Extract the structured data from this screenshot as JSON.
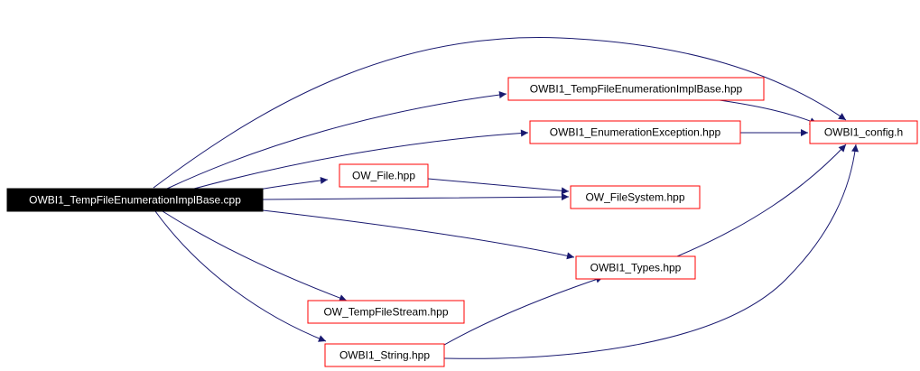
{
  "diagram": {
    "type": "dependency-graph",
    "edge_color": "#191970",
    "node_border_color": "#ff0000",
    "root_fill": "#000000",
    "root": "OWBI1_TempFileEnumerationImplBase.cpp",
    "nodes": [
      {
        "id": "root",
        "label": "OWBI1_TempFileEnumerationImplBase.cpp",
        "root": true
      },
      {
        "id": "implbase",
        "label": "OWBI1_TempFileEnumerationImplBase.hpp"
      },
      {
        "id": "enumexc",
        "label": "OWBI1_EnumerationException.hpp"
      },
      {
        "id": "config",
        "label": "OWBI1_config.h"
      },
      {
        "id": "owfile",
        "label": "OW_File.hpp"
      },
      {
        "id": "filesys",
        "label": "OW_FileSystem.hpp"
      },
      {
        "id": "types",
        "label": "OWBI1_Types.hpp"
      },
      {
        "id": "tfstream",
        "label": "OW_TempFileStream.hpp"
      },
      {
        "id": "string",
        "label": "OWBI1_String.hpp"
      }
    ],
    "edges": [
      {
        "from": "root",
        "to": "config"
      },
      {
        "from": "root",
        "to": "implbase"
      },
      {
        "from": "root",
        "to": "enumexc"
      },
      {
        "from": "root",
        "to": "owfile"
      },
      {
        "from": "root",
        "to": "filesys"
      },
      {
        "from": "root",
        "to": "types"
      },
      {
        "from": "root",
        "to": "tfstream"
      },
      {
        "from": "root",
        "to": "string"
      },
      {
        "from": "implbase",
        "to": "config"
      },
      {
        "from": "enumexc",
        "to": "config"
      },
      {
        "from": "owfile",
        "to": "filesys"
      },
      {
        "from": "types",
        "to": "config"
      },
      {
        "from": "string",
        "to": "types"
      },
      {
        "from": "string",
        "to": "config"
      }
    ]
  }
}
